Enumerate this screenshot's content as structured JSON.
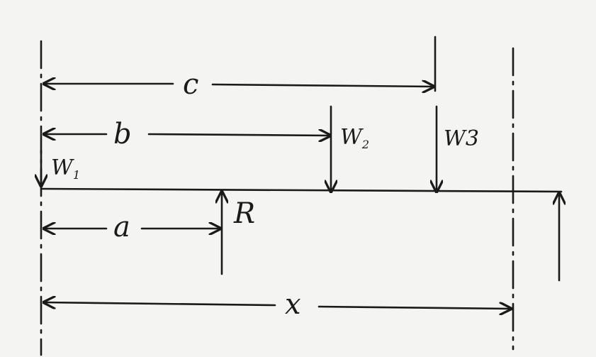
{
  "diagram": {
    "labels": {
      "c": "c",
      "b": "b",
      "a": "a",
      "x": "x",
      "R": "R",
      "W1_main": "W",
      "W1_sub": "1",
      "W2_main": "W",
      "W2_sub": "2",
      "W3": "W3"
    },
    "colors": {
      "ink": "#1a1a1a",
      "paper": "#f4f4f2"
    }
  }
}
